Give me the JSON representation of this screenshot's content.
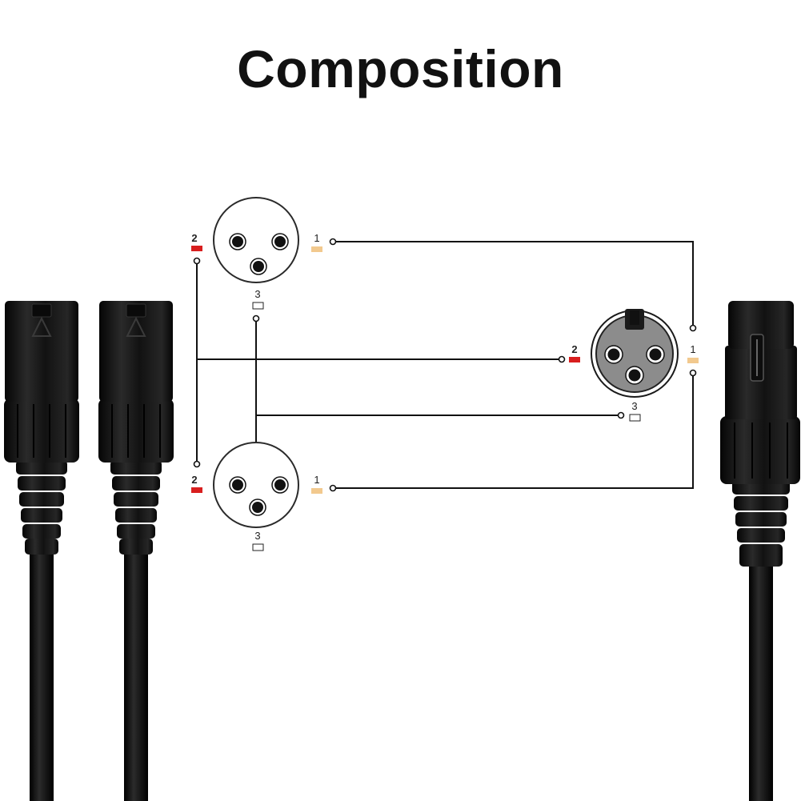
{
  "title": "Composition",
  "colors": {
    "pin1": "#f2c98e",
    "pin2": "#d81e1e",
    "pin3": "#ffffff",
    "wire": "#111111",
    "female_face": "#8c8c8c"
  },
  "connectors": {
    "male_top": {
      "pin1": "1",
      "pin2": "2",
      "pin3": "3"
    },
    "male_bottom": {
      "pin1": "1",
      "pin2": "2",
      "pin3": "3"
    },
    "female": {
      "pin1": "1",
      "pin2": "2",
      "pin3": "3"
    }
  }
}
